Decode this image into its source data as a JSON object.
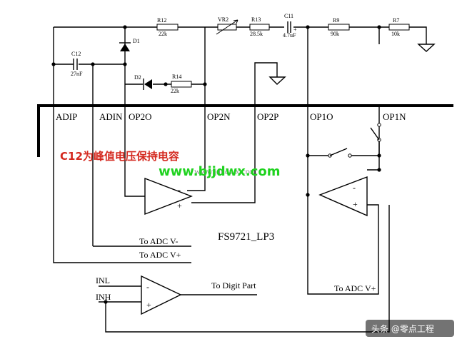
{
  "components": {
    "r12": {
      "ref": "R12",
      "value": "22k"
    },
    "vr2": {
      "ref": "VR2"
    },
    "r13": {
      "ref": "R13",
      "value": "28.5k"
    },
    "c11": {
      "ref": "C11",
      "value": "4.7uF",
      "polarity": "+"
    },
    "r9": {
      "ref": "R9",
      "value": "90k"
    },
    "r7": {
      "ref": "R7",
      "value": "10k"
    },
    "c12": {
      "ref": "C12",
      "value": "27nF"
    },
    "d1": {
      "ref": "D1"
    },
    "d2": {
      "ref": "D2"
    },
    "r14": {
      "ref": "R14",
      "value": "22k"
    }
  },
  "pins": [
    "ADIP",
    "ADIN",
    "OP2O",
    "OP2N",
    "OP2P",
    "OP1O",
    "OP1N"
  ],
  "opamp_signs": {
    "minus": "-",
    "plus": "+"
  },
  "signals": {
    "adc_minus": "To ADC V-",
    "adc_plus": "To ADC V+",
    "adc_plus_right": "To ADC V+",
    "inl": "INL",
    "inh": "INH",
    "digit": "To Digit Part"
  },
  "chip_name": "FS9721_LP3",
  "annotation": "C12为峰值电压保持电容",
  "watermark": "www.bjjdwx.com",
  "faint_watermark": "www.jandwx.com",
  "corner_logo": "头条 @零点工程"
}
